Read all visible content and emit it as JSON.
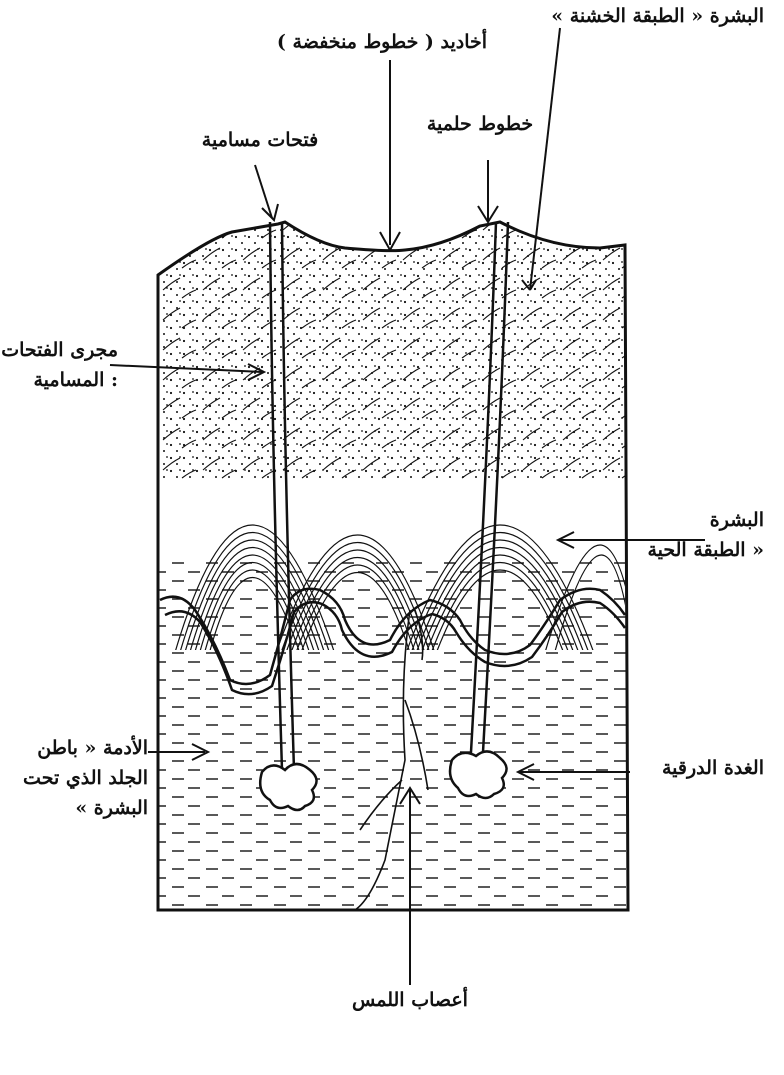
{
  "labels": {
    "epidermis_rough": "البشرة « الطبقة الخشنة »",
    "grooves": "أخاديد ( خطوط منخفضة )",
    "ridges": "خطوط حلمية",
    "pores": "فتحات مسامية",
    "pore_channel_line1": "مجرى الفتحات",
    "pore_channel_line2": ": المسامية",
    "epidermis_living_line1": "البشرة",
    "epidermis_living_line2": "« الطبقة الحية",
    "dermis_line1": "الأدمة « باطن",
    "dermis_line2": "الجلد الذي تحت",
    "dermis_line3": "البشرة »",
    "sweat_gland": "الغدة الدرقية",
    "touch_nerves": "أعصاب اللمس"
  },
  "colors": {
    "ink": "#111111",
    "paper": "#ffffff"
  }
}
